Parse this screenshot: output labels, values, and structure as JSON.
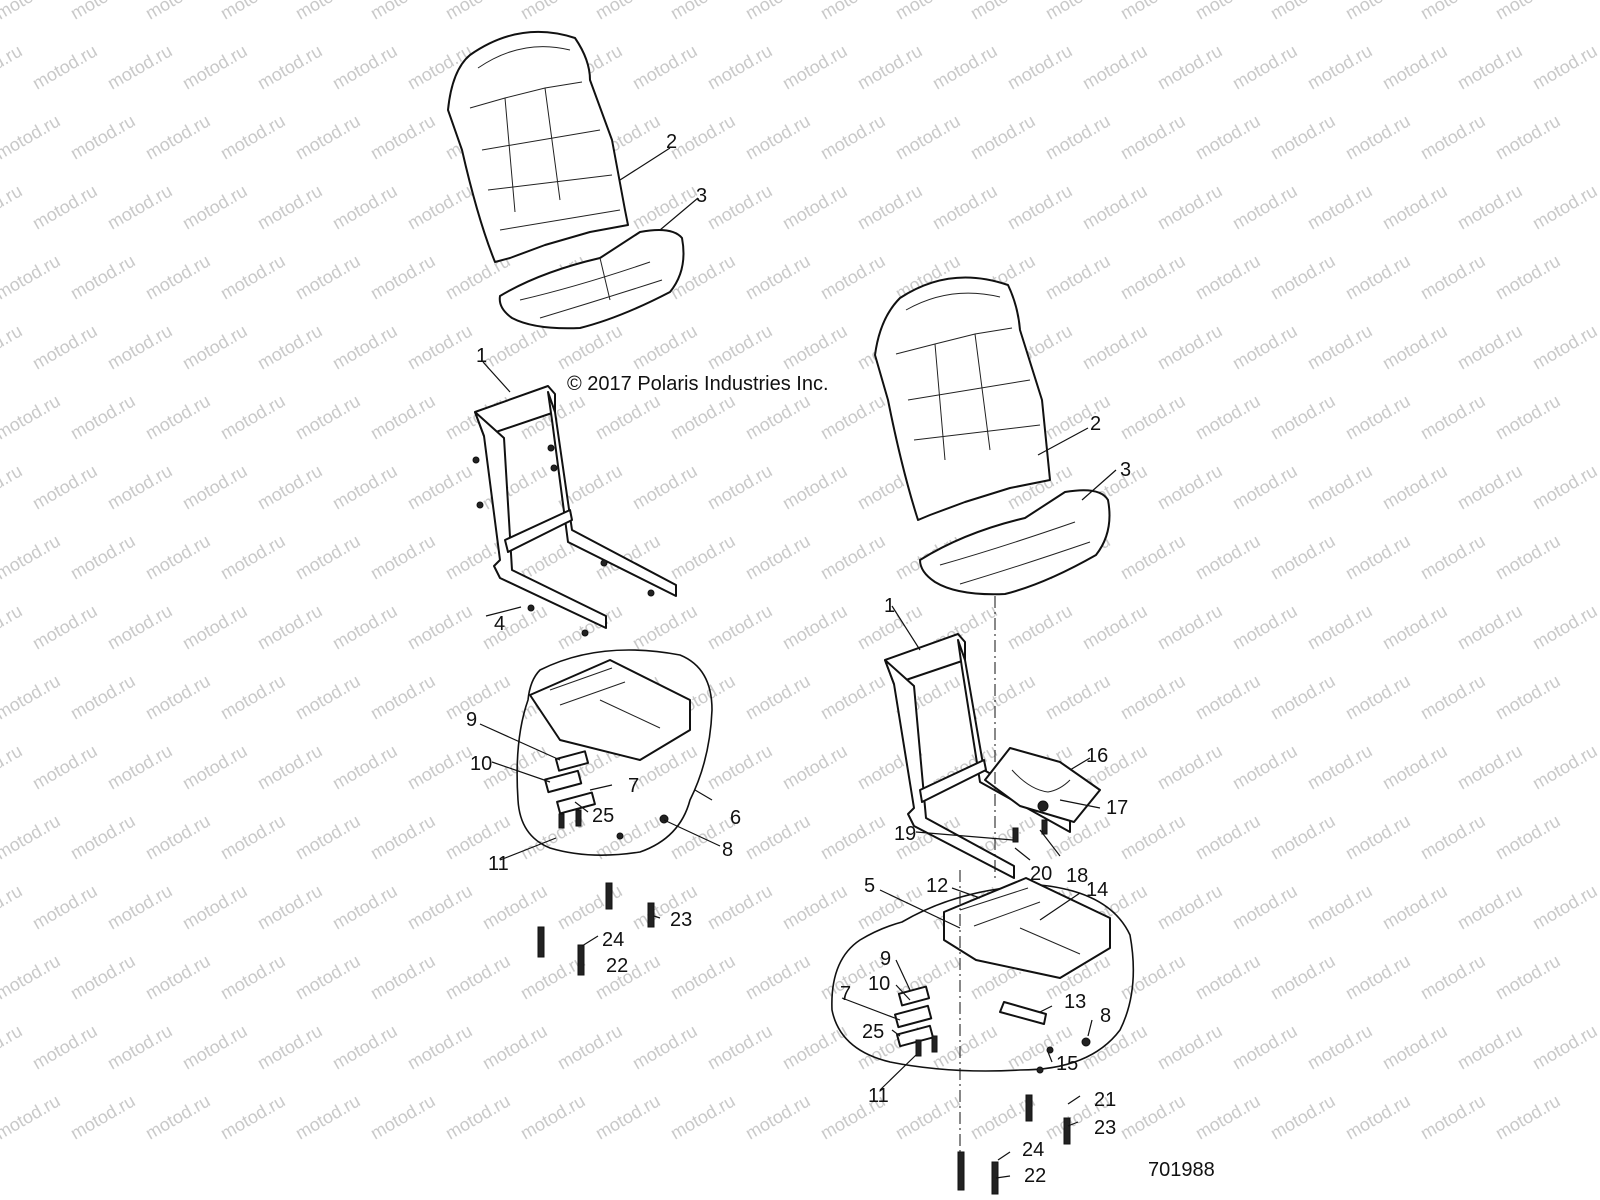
{
  "copyright": "© 2017 Polaris Industries Inc.",
  "diagram_id": "701988",
  "watermark": "motod.ru",
  "callouts": {
    "left_seat_backrest": "2",
    "left_seat_cushion": "3",
    "left_frame": "1",
    "left_frame_bolt": "4",
    "left_latch_9": "9",
    "left_washer_10": "10",
    "left_plate_7": "7",
    "left_plate_25": "25",
    "left_bolt_11": "11",
    "left_base_6": "6",
    "left_grommet_8": "8",
    "left_hw_23": "23",
    "left_hw_24": "24",
    "left_hw_22": "22",
    "right_seat_backrest": "2",
    "right_seat_cushion": "3",
    "right_frame": "1",
    "right_bracket_16": "16",
    "right_cable_17": "17",
    "right_bolt_19": "19",
    "right_bolt_20": "20",
    "right_bolt_18": "18",
    "right_base_5": "5",
    "right_nut_12": "12",
    "right_screw_14": "14",
    "right_latch_9": "9",
    "right_washer_10": "10",
    "right_plate_7": "7",
    "right_plate_25": "25",
    "right_bolt_11": "11",
    "right_plate_13": "13",
    "right_grommet_8": "8",
    "right_nut_15": "15",
    "right_hw_21": "21",
    "right_hw_23": "23",
    "right_hw_24": "24",
    "right_hw_22": "22"
  }
}
